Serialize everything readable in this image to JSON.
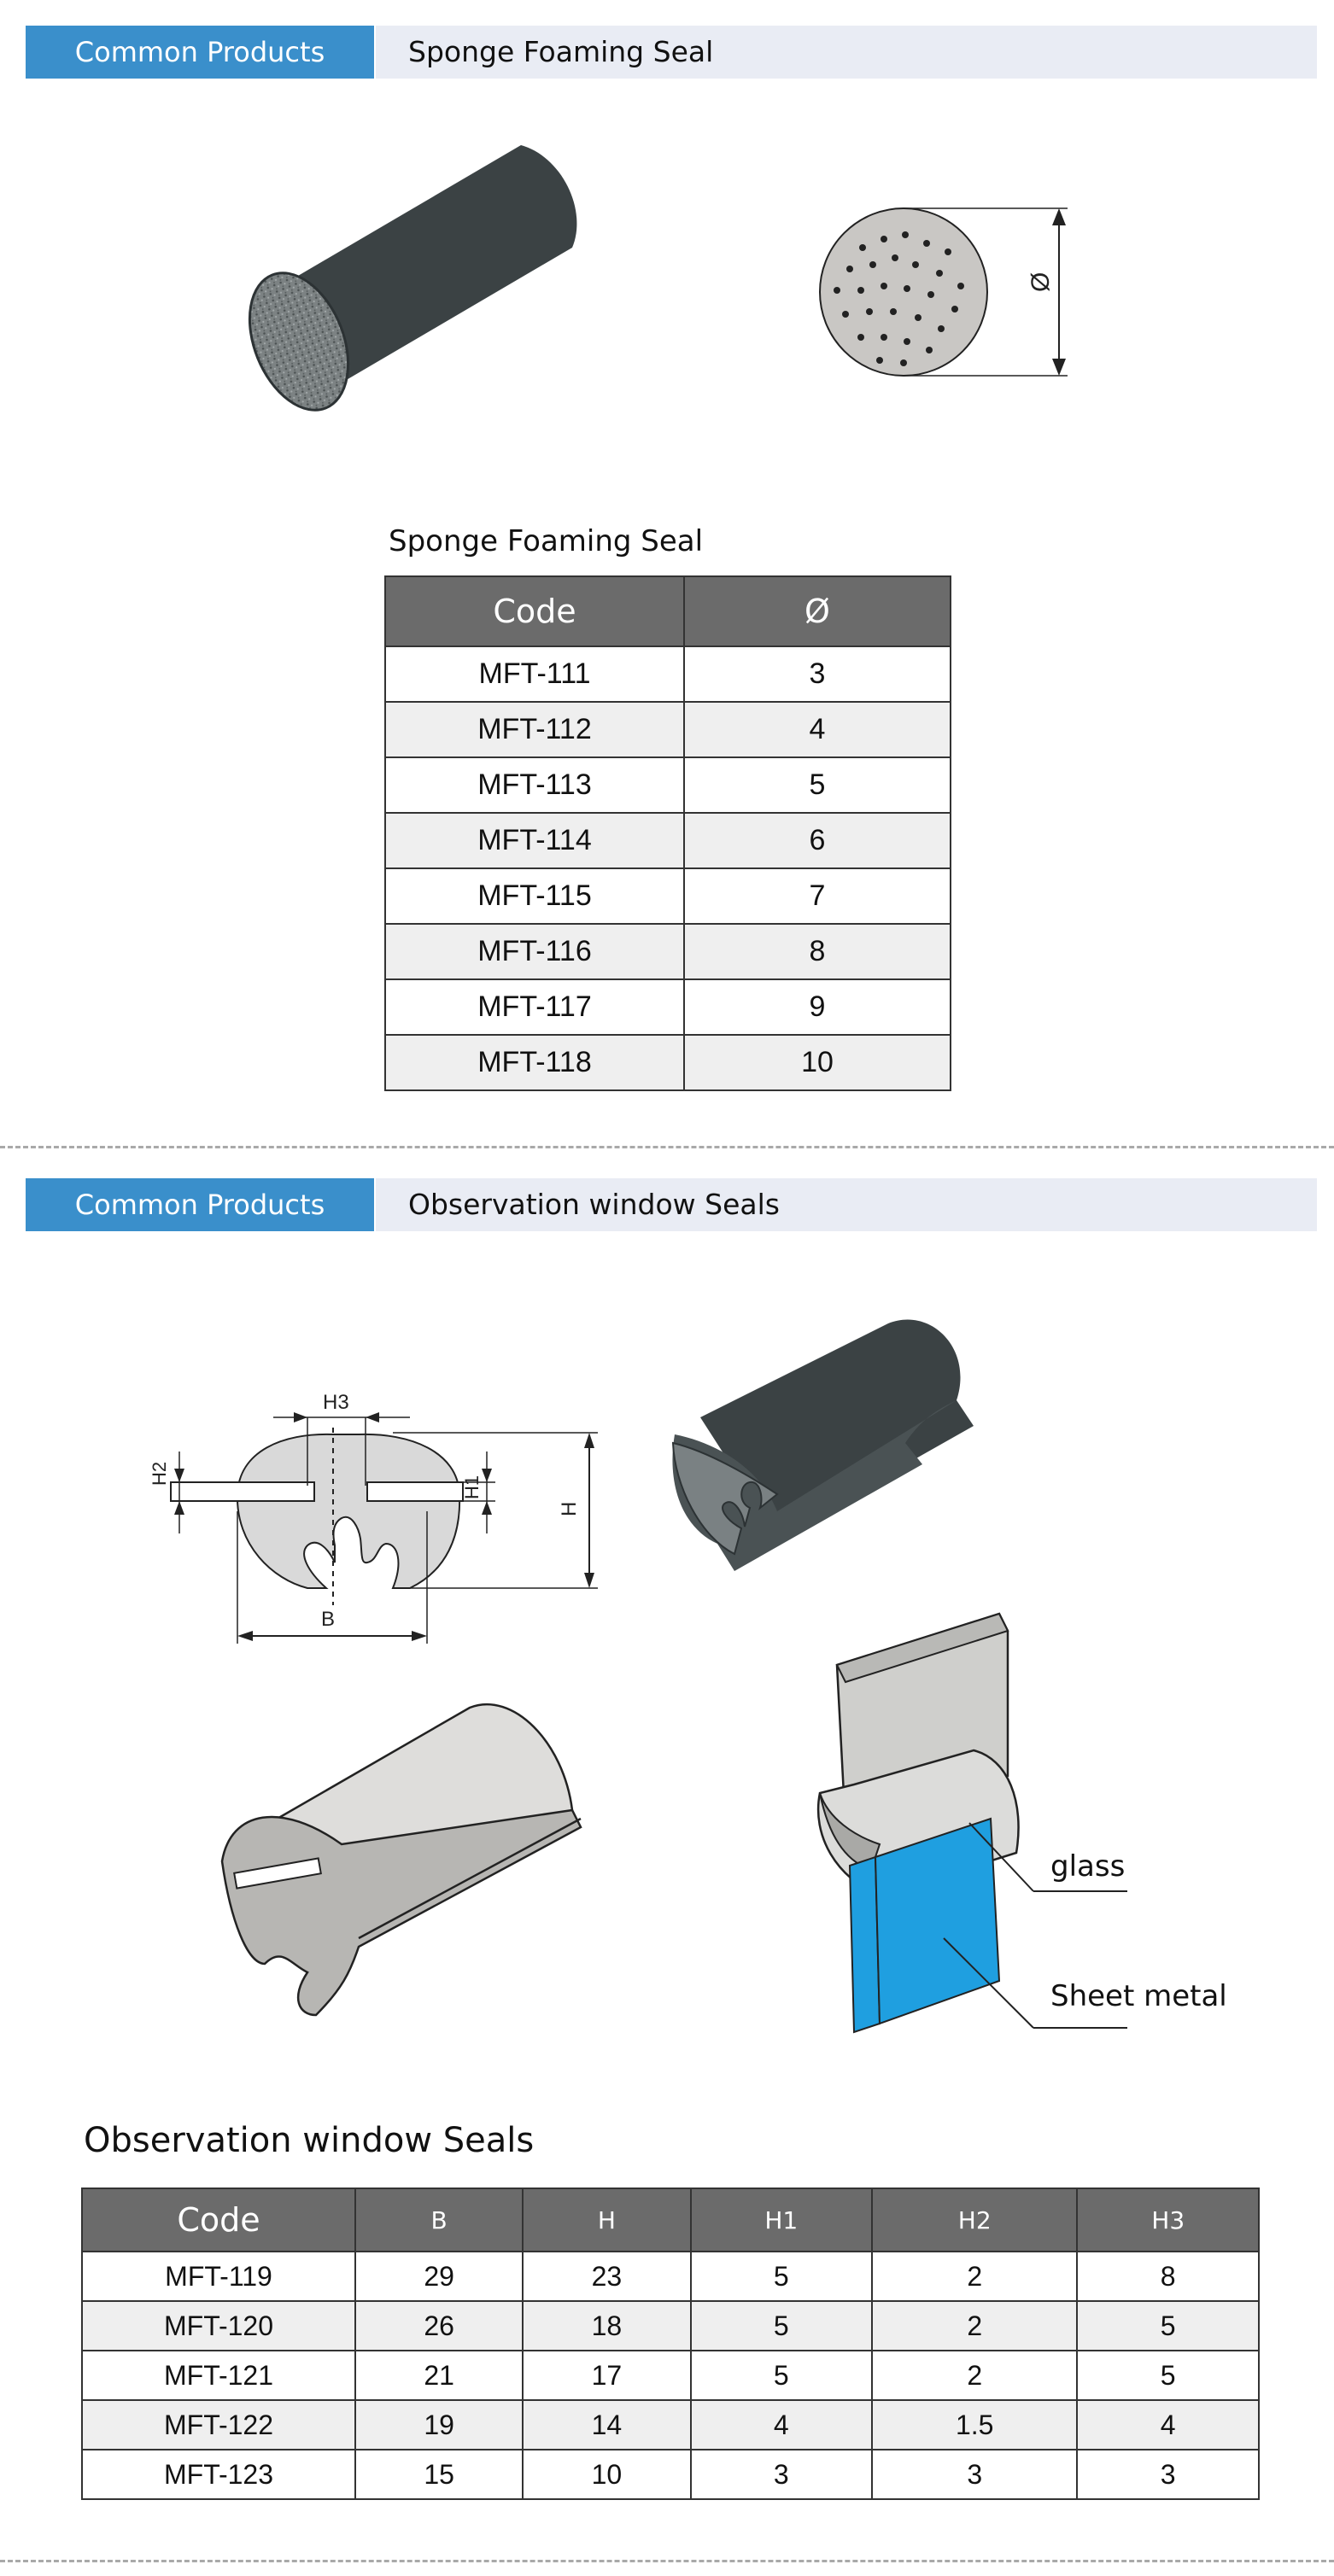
{
  "section1": {
    "tab_label": "Common Products",
    "title": "Sponge Foaming Seal",
    "diagram": {
      "dimension_symbol": "Ø"
    },
    "table": {
      "title": "Sponge Foaming Seal",
      "headers": [
        "Code",
        "Ø"
      ],
      "rows": [
        [
          "MFT-111",
          "3"
        ],
        [
          "MFT-112",
          "4"
        ],
        [
          "MFT-113",
          "5"
        ],
        [
          "MFT-114",
          "6"
        ],
        [
          "MFT-115",
          "7"
        ],
        [
          "MFT-116",
          "8"
        ],
        [
          "MFT-117",
          "9"
        ],
        [
          "MFT-118",
          "10"
        ]
      ]
    }
  },
  "section2": {
    "tab_label": "Common Products",
    "title": "Observation window Seals",
    "diagram": {
      "labels": {
        "h3": "H3",
        "h2": "H2",
        "h1": "H1",
        "h": "H",
        "b": "B"
      },
      "callouts": {
        "glass": "glass",
        "sheet_metal": "Sheet metal"
      }
    },
    "table": {
      "title": "Observation window Seals",
      "headers": [
        "Code",
        "B",
        "H",
        "H1",
        "H2",
        "H3"
      ],
      "rows": [
        [
          "MFT-119",
          "29",
          "23",
          "5",
          "2",
          "8"
        ],
        [
          "MFT-120",
          "26",
          "18",
          "5",
          "2",
          "5"
        ],
        [
          "MFT-121",
          "21",
          "17",
          "5",
          "2",
          "5"
        ],
        [
          "MFT-122",
          "19",
          "14",
          "4",
          "1.5",
          "4"
        ],
        [
          "MFT-123",
          "15",
          "10",
          "3",
          "3",
          "3"
        ]
      ]
    }
  },
  "colors": {
    "accent_blue": "#3a8fcb",
    "header_bar": "#e9ecf4",
    "table_header": "#6b6b6b",
    "seal_dark": "#3b4244",
    "sheet_metal": "#1f9fe0"
  }
}
